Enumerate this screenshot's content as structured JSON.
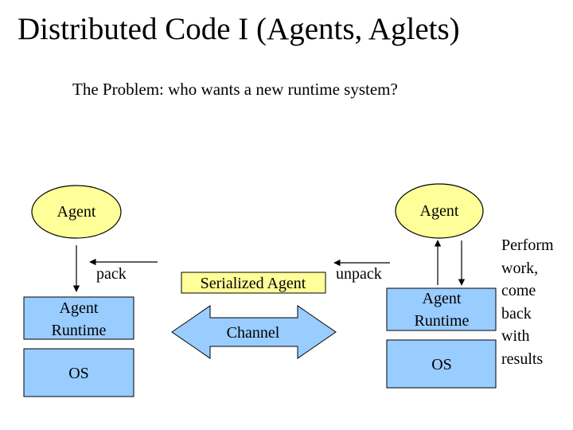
{
  "slide": {
    "title": "Distributed Code I (Agents, Aglets)",
    "subtitle": "The Problem: who wants a new runtime system?"
  },
  "left": {
    "agent": "Agent",
    "runtime_line1": "Agent",
    "runtime_line2": "Runtime",
    "os": "OS",
    "pack_label": "pack"
  },
  "middle": {
    "serialized": "Serialized Agent",
    "channel": "Channel"
  },
  "right": {
    "agent": "Agent",
    "runtime_line1": "Agent",
    "runtime_line2": "Runtime",
    "os": "OS",
    "unpack_label": "unpack",
    "note_lines": [
      "Perform",
      "work,",
      "come",
      "back",
      "with",
      "results"
    ]
  },
  "colors": {
    "agent_fill": "#ffff99",
    "box_fill": "#99ccff",
    "serialized_fill": "#ffff99",
    "stroke": "#000000"
  }
}
